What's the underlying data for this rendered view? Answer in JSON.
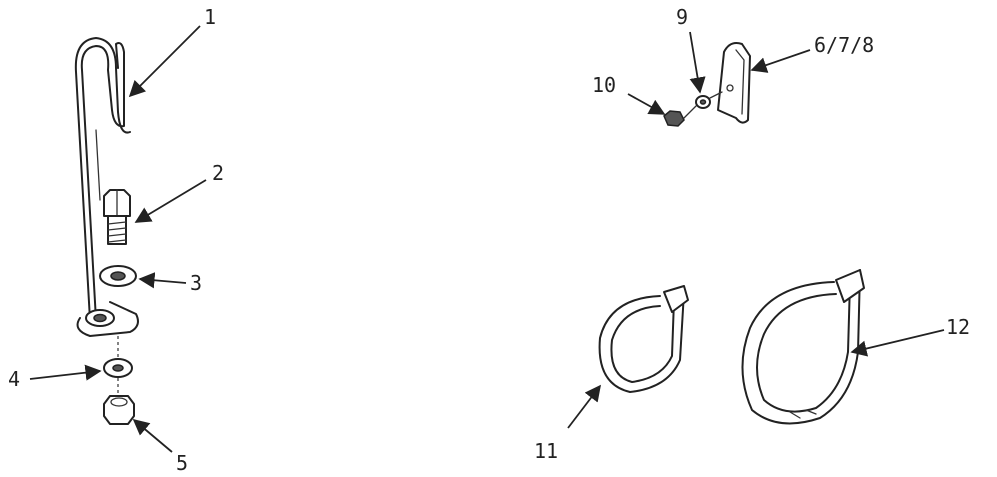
{
  "callouts": {
    "c1": "1",
    "c2": "2",
    "c3": "3",
    "c4": "4",
    "c5": "5",
    "c678": "6/7/8",
    "c9": "9",
    "c10": "10",
    "c11": "11",
    "c12": "12"
  }
}
